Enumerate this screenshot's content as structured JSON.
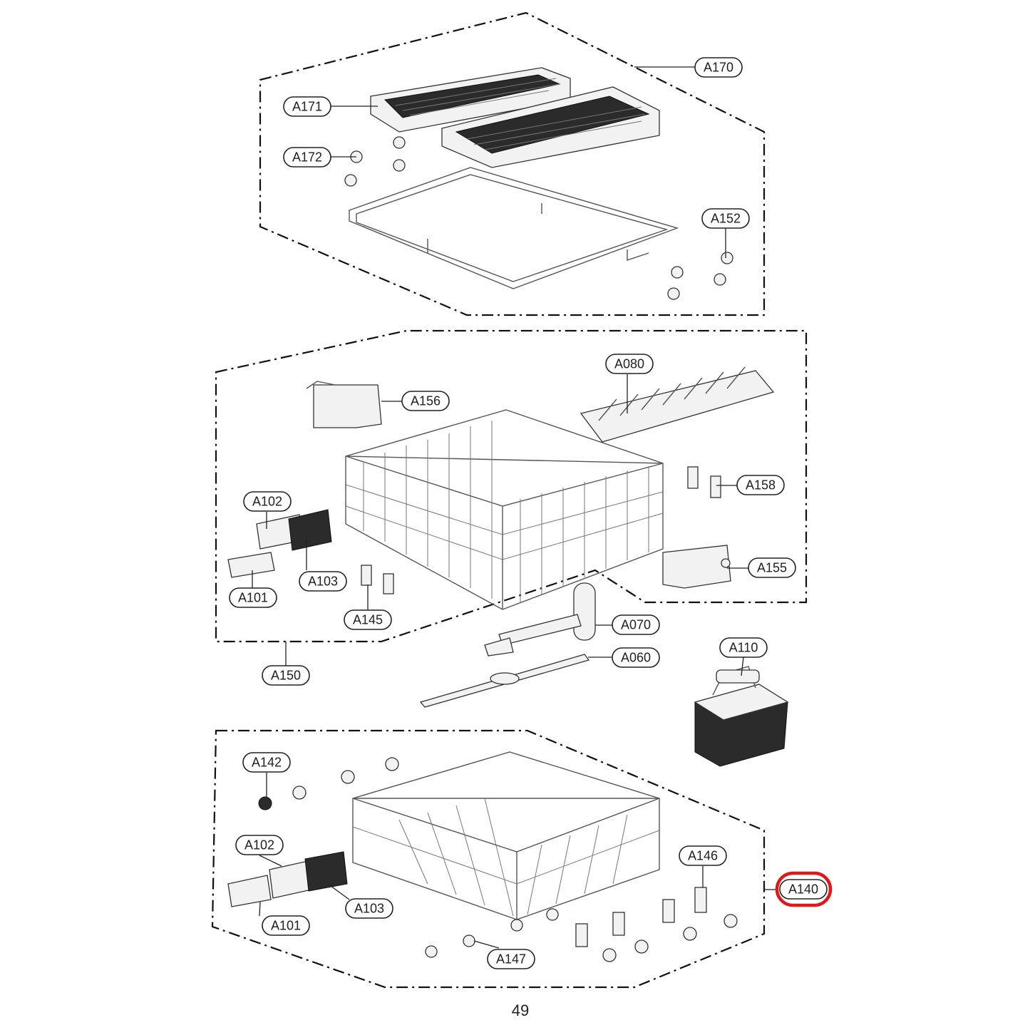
{
  "labels": {
    "A170": "A170",
    "A171": "A171",
    "A172": "A172",
    "A152": "A152",
    "A080": "A080",
    "A156": "A156",
    "A158": "A158",
    "A155": "A155",
    "A102_upper": "A102",
    "A103_upper": "A103",
    "A101_upper": "A101",
    "A145": "A145",
    "A150": "A150",
    "A070": "A070",
    "A060": "A060",
    "A110": "A110",
    "A142": "A142",
    "A102_lower": "A102",
    "A103_lower": "A103",
    "A101_lower": "A101",
    "A146": "A146",
    "A140": "A140",
    "A147": "A147"
  },
  "highlight": {
    "label": "A140",
    "color": "#e01818"
  },
  "page_number": "49"
}
